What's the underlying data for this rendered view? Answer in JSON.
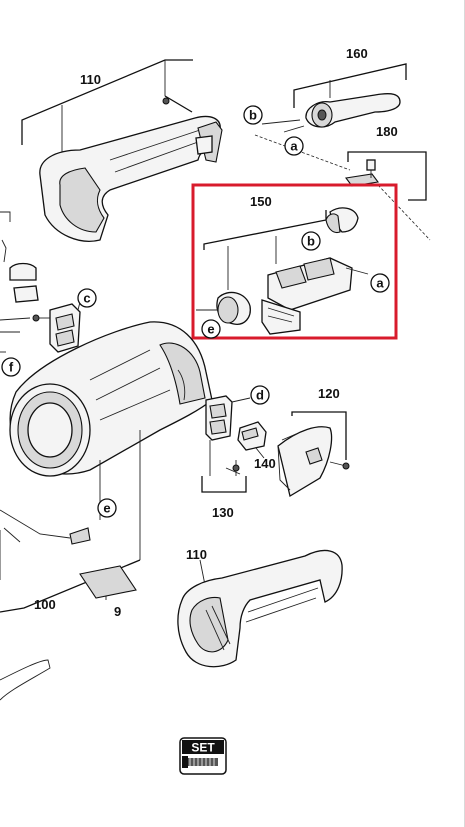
{
  "part_numbers": {
    "p110_top": "110",
    "p160": "160",
    "p180": "180",
    "p150": "150",
    "p120": "120",
    "p140": "140",
    "p130": "130",
    "p100": "100",
    "p9": "9",
    "p110_bottom": "110"
  },
  "callouts": {
    "a_top": "a",
    "b_top": "b",
    "b_mid": "b",
    "a_mid": "a",
    "e_mid": "e",
    "c": "c",
    "f": "f",
    "d": "d",
    "e_low": "e"
  },
  "badge": {
    "label": "SET"
  },
  "highlight": {
    "color": "#d81b2c"
  }
}
